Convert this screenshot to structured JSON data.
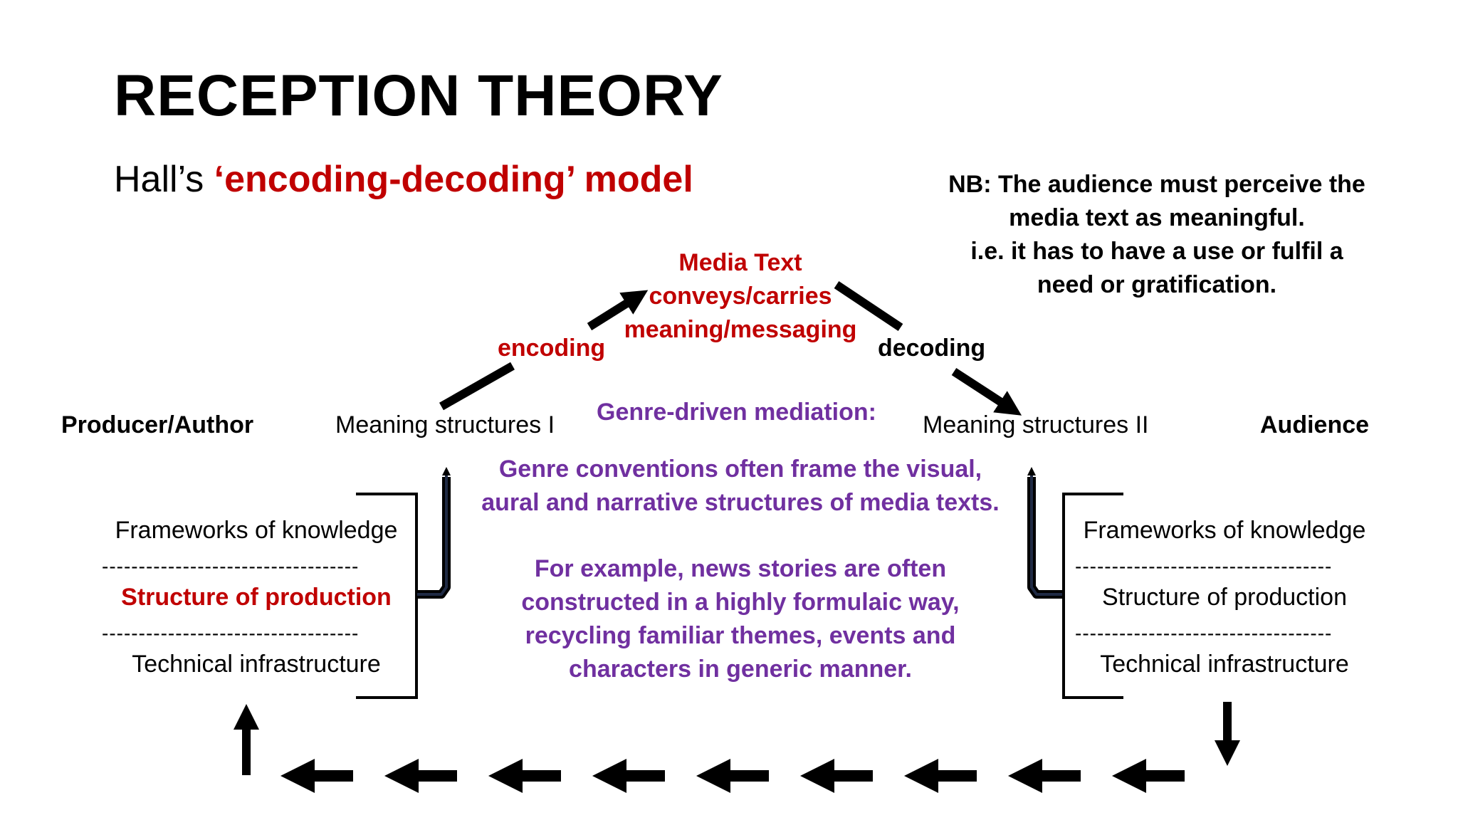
{
  "title": "RECEPTION THEORY",
  "subtitle": {
    "prefix": "Hall’s ",
    "highlight": "‘encoding-decoding’ model"
  },
  "note_lines": [
    "NB: The audience must perceive the",
    "media text as meaningful.",
    "i.e. it has to have a use or fulfil a",
    "need or gratification."
  ],
  "media_text": [
    "Media Text",
    "conveys/carries",
    "meaning/messaging"
  ],
  "encoding_label": "encoding",
  "decoding_label": "decoding",
  "producer_label": "Producer/Author",
  "audience_label": "Audience",
  "meaning_structures_1": "Meaning structures I",
  "meaning_structures_2": "Meaning structures II",
  "mediation_heading": "Genre-driven mediation:",
  "mediation_text_1": [
    "Genre conventions often frame the visual,",
    "aural and narrative structures of media texts."
  ],
  "mediation_text_2": [
    "For example, news stories are often",
    "constructed in a highly formulaic way,",
    "recycling familiar themes, events and",
    "characters in generic manner."
  ],
  "left_stack": {
    "knowledge": "Frameworks of knowledge",
    "divider": "-----------------------------------",
    "production": "Structure of production",
    "infrastructure": "Technical infrastructure"
  },
  "right_stack": {
    "knowledge": "Frameworks of knowledge",
    "divider": "-----------------------------------",
    "production": "Structure of production",
    "infrastructure": "Technical infrastructure"
  },
  "colors": {
    "red": "#c00000",
    "purple": "#7030a0",
    "black": "#000000"
  }
}
